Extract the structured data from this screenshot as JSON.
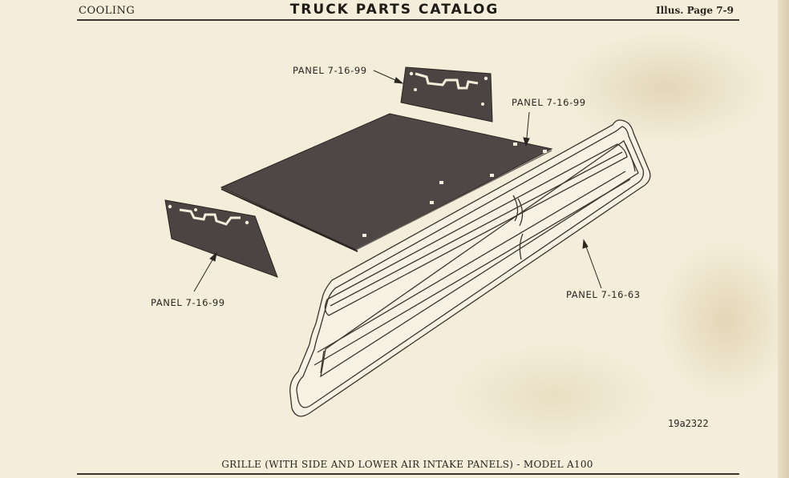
{
  "header": {
    "section": "COOLING",
    "title": "TRUCK PARTS CATALOG",
    "page_ref": "Illus. Page 7-9"
  },
  "figure": {
    "callouts": [
      {
        "text": "PANEL 7-16-99"
      },
      {
        "text": "PANEL 7-16-99"
      },
      {
        "text": "PANEL 7-16-99"
      },
      {
        "text": "PANEL 7-16-63"
      }
    ],
    "figure_number": "19a2322",
    "caption": "GRILLE (WITH SIDE AND LOWER AIR INTAKE PANELS) - MODEL A100"
  }
}
